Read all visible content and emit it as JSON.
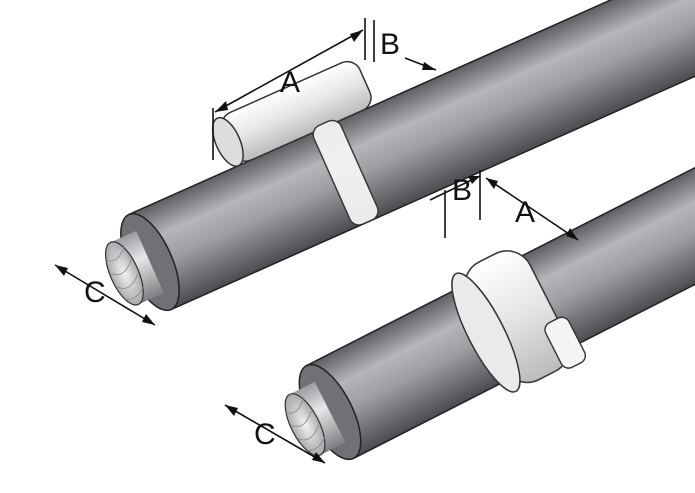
{
  "colors": {
    "cable": "#8a8c8f",
    "cable_light": "#c9cbcd",
    "marker": "#e8e9ea",
    "line": "#111111"
  },
  "top_cable": {
    "dim_a": "A",
    "dim_b": "B",
    "dim_c": "C"
  },
  "bottom_cable": {
    "dim_a": "A",
    "dim_b": "B",
    "dim_c": "C"
  }
}
